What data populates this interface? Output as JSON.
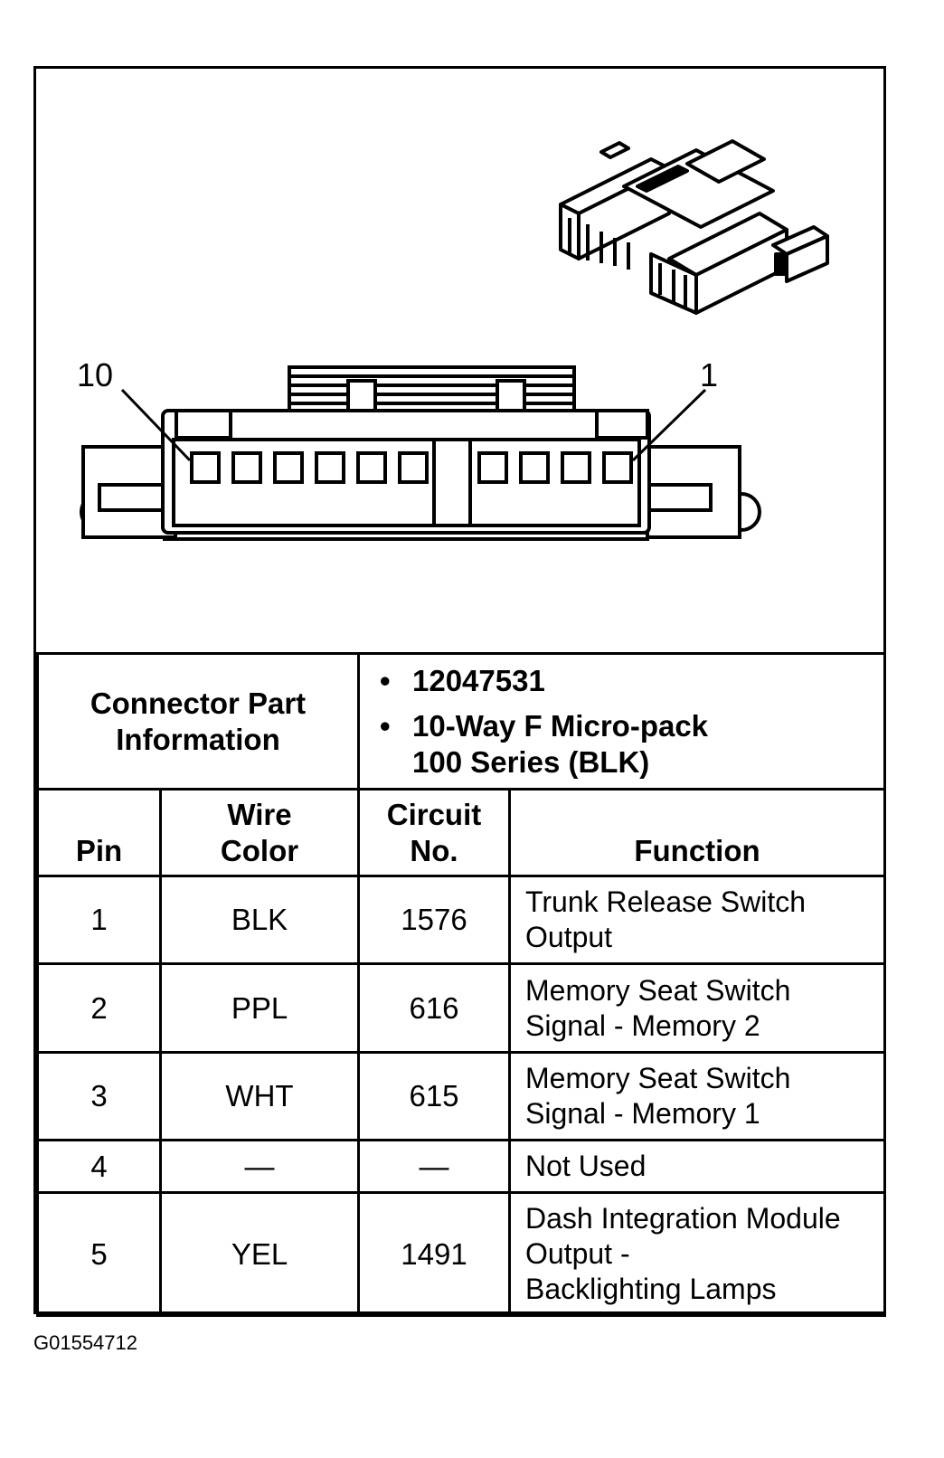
{
  "diagram": {
    "pin_label_left": "10",
    "pin_label_right": "1"
  },
  "connector_info": {
    "label": "Connector Part Information",
    "part_number": "12047531",
    "description_line1": "10-Way F Micro-pack",
    "description_line2": "100 Series (BLK)"
  },
  "table": {
    "headers": {
      "pin": "Pin",
      "wire_color_line1": "Wire",
      "wire_color_line2": "Color",
      "circuit_line1": "Circuit",
      "circuit_line2": "No.",
      "function": "Function"
    },
    "rows": [
      {
        "pin": "1",
        "color": "BLK",
        "circuit": "1576",
        "function": [
          "Trunk Release Switch",
          "Output"
        ]
      },
      {
        "pin": "2",
        "color": "PPL",
        "circuit": "616",
        "function": [
          "Memory Seat Switch",
          "Signal - Memory 2"
        ]
      },
      {
        "pin": "3",
        "color": "WHT",
        "circuit": "615",
        "function": [
          "Memory Seat Switch",
          "Signal - Memory 1"
        ]
      },
      {
        "pin": "4",
        "color": "—",
        "circuit": "—",
        "function": [
          "Not Used"
        ]
      },
      {
        "pin": "5",
        "color": "YEL",
        "circuit": "1491",
        "function": [
          "Dash Integration Module",
          "Output -",
          "Backlighting Lamps"
        ]
      }
    ]
  },
  "figure_code": "G01554712"
}
